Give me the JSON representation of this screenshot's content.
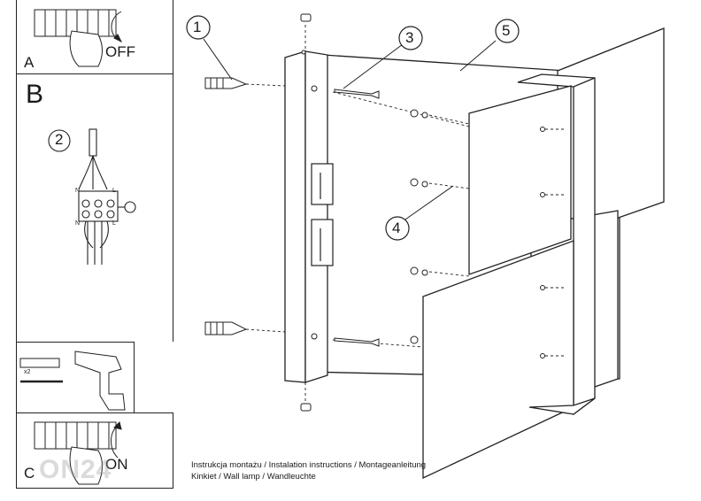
{
  "panel_a": {
    "letter": "A",
    "state": "OFF"
  },
  "panel_b": {
    "letter": "B",
    "step": "2",
    "wires": [
      "N",
      "L",
      "N",
      "L"
    ]
  },
  "panel_drill": {
    "qty": "x2"
  },
  "panel_c": {
    "letter": "C",
    "state": "ON"
  },
  "callouts": [
    "1",
    "2",
    "3",
    "4",
    "5"
  ],
  "caption": {
    "line1": "Instrukcja montażu / Instalation instructions / Montageanleitung",
    "line2": "Kinkiet / Wall lamp / Wandleuchte"
  },
  "watermark": "ON24"
}
